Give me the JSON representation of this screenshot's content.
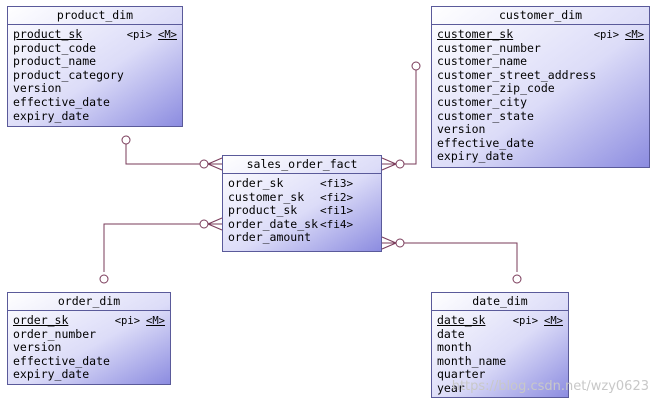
{
  "entities": {
    "product_dim": {
      "title": "product_dim",
      "pk": {
        "name": "product_sk",
        "tag1": "<pi>",
        "tag2": "<M>"
      },
      "columns": [
        "product_code",
        "product_name",
        "product_category",
        "version",
        "effective_date",
        "expiry_date"
      ]
    },
    "customer_dim": {
      "title": "customer_dim",
      "pk": {
        "name": "customer_sk",
        "tag1": "<pi>",
        "tag2": "<M>"
      },
      "columns": [
        "customer_number",
        "customer_name",
        "customer_street_address",
        "customer_zip_code",
        "customer_city",
        "customer_state",
        "version",
        "effective_date",
        "expiry_date"
      ]
    },
    "sales_order_fact": {
      "title": "sales_order_fact",
      "columns": [
        {
          "name": "order_sk",
          "tag": "<fi3>"
        },
        {
          "name": "customer_sk",
          "tag": "<fi2>"
        },
        {
          "name": "product_sk",
          "tag": "<fi1>"
        },
        {
          "name": "order_date_sk",
          "tag": "<fi4>"
        },
        {
          "name": "order_amount",
          "tag": ""
        }
      ]
    },
    "order_dim": {
      "title": "order_dim",
      "pk": {
        "name": "order_sk",
        "tag1": "<pi>",
        "tag2": "<M>"
      },
      "columns": [
        "order_number",
        "version",
        "effective_date",
        "expiry_date"
      ]
    },
    "date_dim": {
      "title": "date_dim",
      "pk": {
        "name": "date_sk",
        "tag1": "<pi>",
        "tag2": "<M>"
      },
      "columns": [
        "date",
        "month",
        "month_name",
        "quarter",
        "year"
      ]
    }
  },
  "colors": {
    "line": "#7a3b5a",
    "border": "#5a5a9a",
    "fill_light": "#ffffff",
    "fill_dark": "#8c8ce0"
  },
  "watermark": "https://blog.csdn.net/wzy0623"
}
